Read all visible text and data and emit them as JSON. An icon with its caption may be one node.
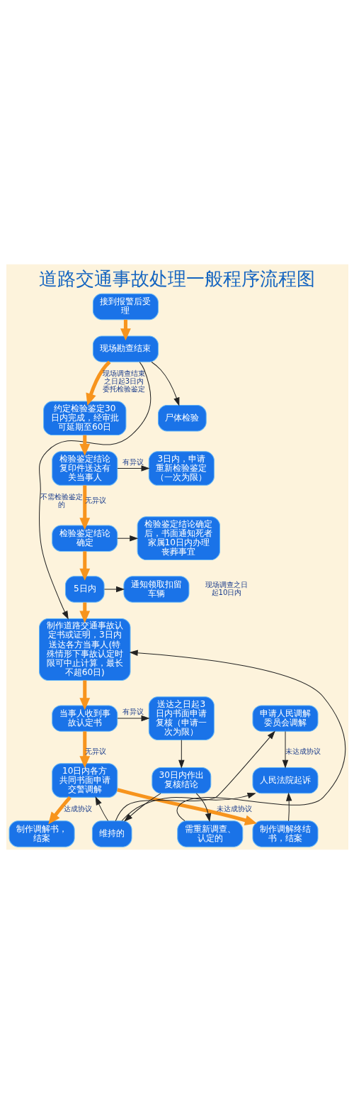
{
  "diagram": {
    "title": "道路交通事故处理一般程序流程图",
    "nodes": [
      {
        "text": [
          "接到报警后受理"
        ]
      },
      {
        "text": [
          "现场勘查结束"
        ]
      },
      {
        "text": [
          "尸体检验"
        ]
      },
      {
        "text": [
          "约定检验鉴定30日内完成，经审批可延期至60日"
        ]
      },
      {
        "text": [
          "检验鉴定结论复印件送达有关当事人"
        ]
      },
      {
        "text": [
          "3日内，申请重新检验鉴定（一次为限）"
        ]
      },
      {
        "text": [
          "检验鉴定结论确定"
        ]
      },
      {
        "text": [
          "检验鉴定结论确定后，书面通知死者家属10日内办理丧葬事宜"
        ]
      },
      {
        "text": [
          "5日内"
        ]
      },
      {
        "text": [
          "通知领取扣留车辆"
        ]
      },
      {
        "text": [
          "制作道路交通事故认定书或证明，3日内送达各方当事人(特殊情形下事故认定时限可中止计算，最长不超60日)"
        ]
      },
      {
        "text": [
          "当事人收到事故认定书"
        ]
      },
      {
        "text": [
          "送达之日起3日内书面申请复核（申请一次为限）"
        ]
      },
      {
        "text": [
          "申请人民调解委员会调解"
        ]
      },
      {
        "text": [
          "10日内各方共同书面申请交警调解"
        ]
      },
      {
        "text": [
          "人民法院起诉"
        ]
      },
      {
        "text": [
          "30日内作出复核结论"
        ]
      },
      {
        "text": [
          "维持的"
        ]
      },
      {
        "text": [
          "需重新调查、认定的"
        ]
      },
      {
        "text": [
          "制作调解终结书，结案"
        ]
      },
      {
        "text": [
          "制作调解书，结案"
        ]
      }
    ],
    "edges": [
      {
        "from": 0,
        "to": 1,
        "arrow": "to",
        "style": "thick",
        "color": "#f7941d"
      },
      {
        "from": 1,
        "to": 3,
        "arrow": "to",
        "label": "现场调查结束之日起3日内委托检验鉴定",
        "style": "thick",
        "color": "#f7941d"
      },
      {
        "from": 1,
        "to": 2,
        "arrow": "to"
      },
      {
        "from": 1,
        "to": 10,
        "arrow": "to",
        "label": "不需检验鉴定的"
      },
      {
        "from": 3,
        "to": 4,
        "arrow": "to",
        "style": "thick",
        "color": "#f7941d"
      },
      {
        "from": 4,
        "to": 5,
        "arrow": "to",
        "label": "有异议"
      },
      {
        "from": 4,
        "to": 6,
        "arrow": "to",
        "label": "无异议",
        "style": "thick",
        "color": "#f7941d"
      },
      {
        "from": 6,
        "to": 7,
        "arrow": "to"
      },
      {
        "from": 6,
        "to": 8,
        "arrow": "to",
        "style": "thick",
        "color": "#f7941d"
      },
      {
        "from": 8,
        "to": 9,
        "arrow": "to"
      },
      {
        "from": 8,
        "to": 10,
        "arrow": "to",
        "style": "thick",
        "color": "#f7941d"
      },
      {
        "from": 10,
        "to": 11,
        "arrow": "to",
        "style": "thick",
        "color": "#f7941d"
      },
      {
        "from": 11,
        "to": 12,
        "arrow": "to",
        "label": "有异议"
      },
      {
        "from": 11,
        "to": 14,
        "arrow": "to",
        "label": "无异议",
        "style": "thick",
        "color": "#f7941d"
      },
      {
        "from": 12,
        "to": 16,
        "arrow": "to"
      },
      {
        "from": 16,
        "to": 17,
        "arrow": "to"
      },
      {
        "from": 16,
        "to": 18,
        "arrow": "to"
      },
      {
        "from": 18,
        "to": 10,
        "arrow": "to"
      },
      {
        "from": 17,
        "to": 14,
        "arrow": "to"
      },
      {
        "from": 17,
        "to": 13,
        "arrow": "to"
      },
      {
        "from": 17,
        "to": 15,
        "arrow": "to"
      },
      {
        "from": 13,
        "to": 15,
        "arrow": "to",
        "label": "未达成协议"
      },
      {
        "from": 14,
        "to": 19,
        "arrow": "to",
        "label": "未达成协议",
        "style": "thick",
        "color": "#f7941d"
      },
      {
        "from": 14,
        "to": 20,
        "arrow": "to",
        "label": "达成协议",
        "style": "thick",
        "color": "#f7941d"
      },
      {
        "from": 19,
        "to": 15,
        "arrow": "to"
      }
    ],
    "labels": [
      "现场调查之日起10日内"
    ]
  }
}
